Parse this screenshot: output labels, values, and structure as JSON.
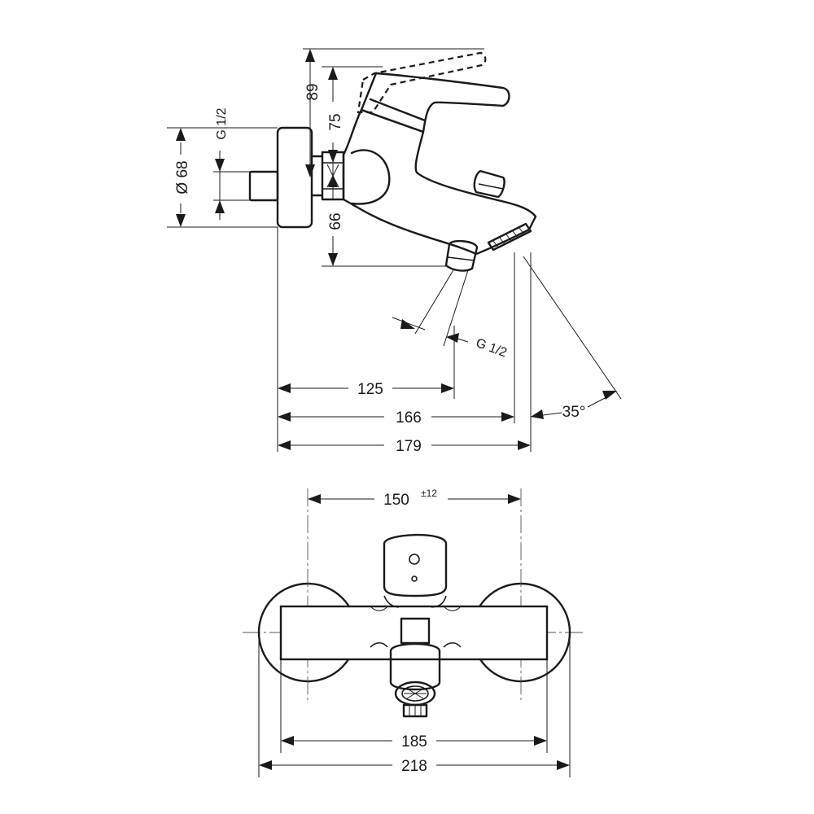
{
  "side_view": {
    "dim_height_total": "89",
    "dim_height_lever": "75",
    "dim_thread_inlet": "G 1/2",
    "dim_flange_diameter": "Ø 68",
    "dim_spout_drop": "66",
    "dim_thread_outlet": "G 1/2",
    "dim_outlet_center": "125",
    "dim_spout_reach": "166",
    "dim_total_depth": "179",
    "dim_spout_angle": "35°"
  },
  "front_view": {
    "dim_center_distance": "150",
    "dim_tolerance": "±12",
    "dim_body_width": "185",
    "dim_total_width": "218"
  }
}
